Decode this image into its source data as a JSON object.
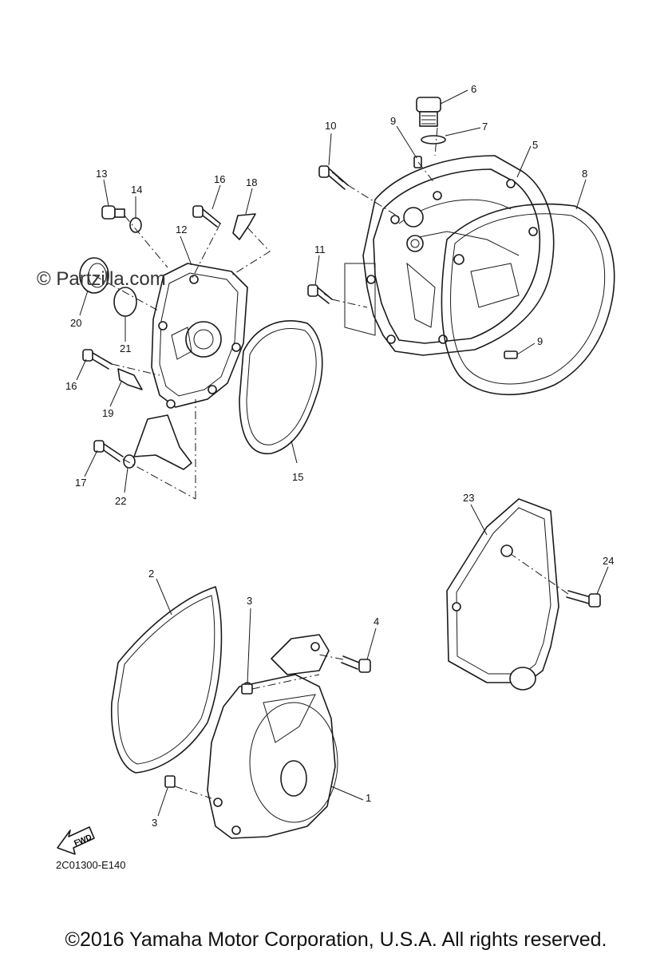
{
  "watermark": "© Partzilla.com",
  "diagram_code": "2C01300-E140",
  "copyright": "©2016 Yamaha Motor Corporation, U.S.A. All rights reserved.",
  "fwd_label": "FWD",
  "callouts": [
    "1",
    "2",
    "3",
    "3",
    "4",
    "5",
    "6",
    "7",
    "8",
    "9",
    "9",
    "10",
    "11",
    "12",
    "13",
    "14",
    "15",
    "16",
    "16",
    "17",
    "18",
    "19",
    "20",
    "21",
    "22",
    "23",
    "24"
  ]
}
